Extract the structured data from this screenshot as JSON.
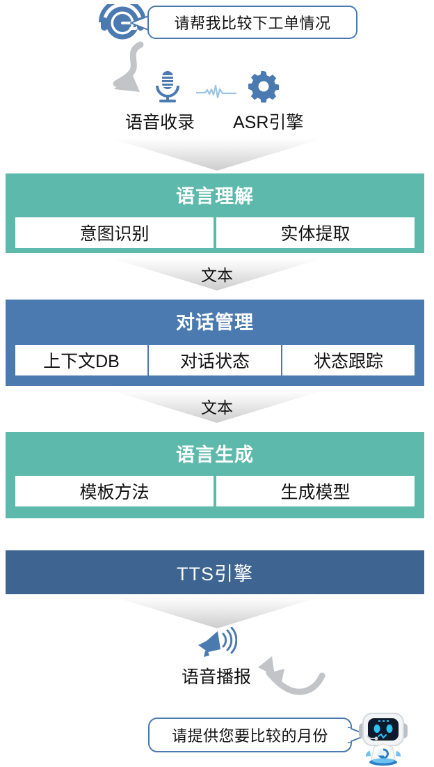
{
  "colors": {
    "accent_blue": "#4A7AB0",
    "band_green": "#5DB9AC",
    "band_blue": "#4A7AB0",
    "band_dark_blue": "#3E6591",
    "arrow_gray": "#C2C4C8",
    "wave_blue": "#9CC4E4"
  },
  "top": {
    "agent_icon": "headset-icon",
    "bubble_text": "请帮我比较下工单情况",
    "arrow_icon": "curved-down-arrow-icon"
  },
  "input_stage": {
    "items": [
      {
        "icon": "microphone-icon",
        "label": "语音收录"
      },
      {
        "icon": "waveform-icon",
        "label": ""
      },
      {
        "icon": "gear-icon",
        "label": "ASR引擎"
      }
    ],
    "label_record": "语音收录",
    "label_engine": "ASR引擎"
  },
  "connectors": [
    {
      "name": "chevron-top",
      "label": ""
    },
    {
      "name": "chevron-nlu-to-dm",
      "label": "文本"
    },
    {
      "name": "chevron-dm-to-nlg",
      "label": "文本"
    },
    {
      "name": "chevron-tts-to-output",
      "label": ""
    }
  ],
  "stages": [
    {
      "id": "nlu",
      "title": "语言理解",
      "color": "#5DB9AC",
      "boxes": [
        "意图识别",
        "实体提取"
      ]
    },
    {
      "id": "dm",
      "title": "对话管理",
      "color": "#4A7AB0",
      "boxes": [
        "上下文DB",
        "对话状态",
        "状态跟踪"
      ]
    },
    {
      "id": "nlg",
      "title": "语言生成",
      "color": "#5DB9AC",
      "boxes": [
        "模板方法",
        "生成模型"
      ]
    },
    {
      "id": "tts",
      "title": "TTS引擎",
      "color": "#3E6591",
      "boxes": []
    }
  ],
  "output_stage": {
    "speaker_icon": "megaphone-icon",
    "label": "语音播报",
    "arrow_icon": "curved-up-arrow-icon",
    "bubble_text": "请提供您要比较的月份",
    "robot_icon": "robot-assistant-icon"
  }
}
